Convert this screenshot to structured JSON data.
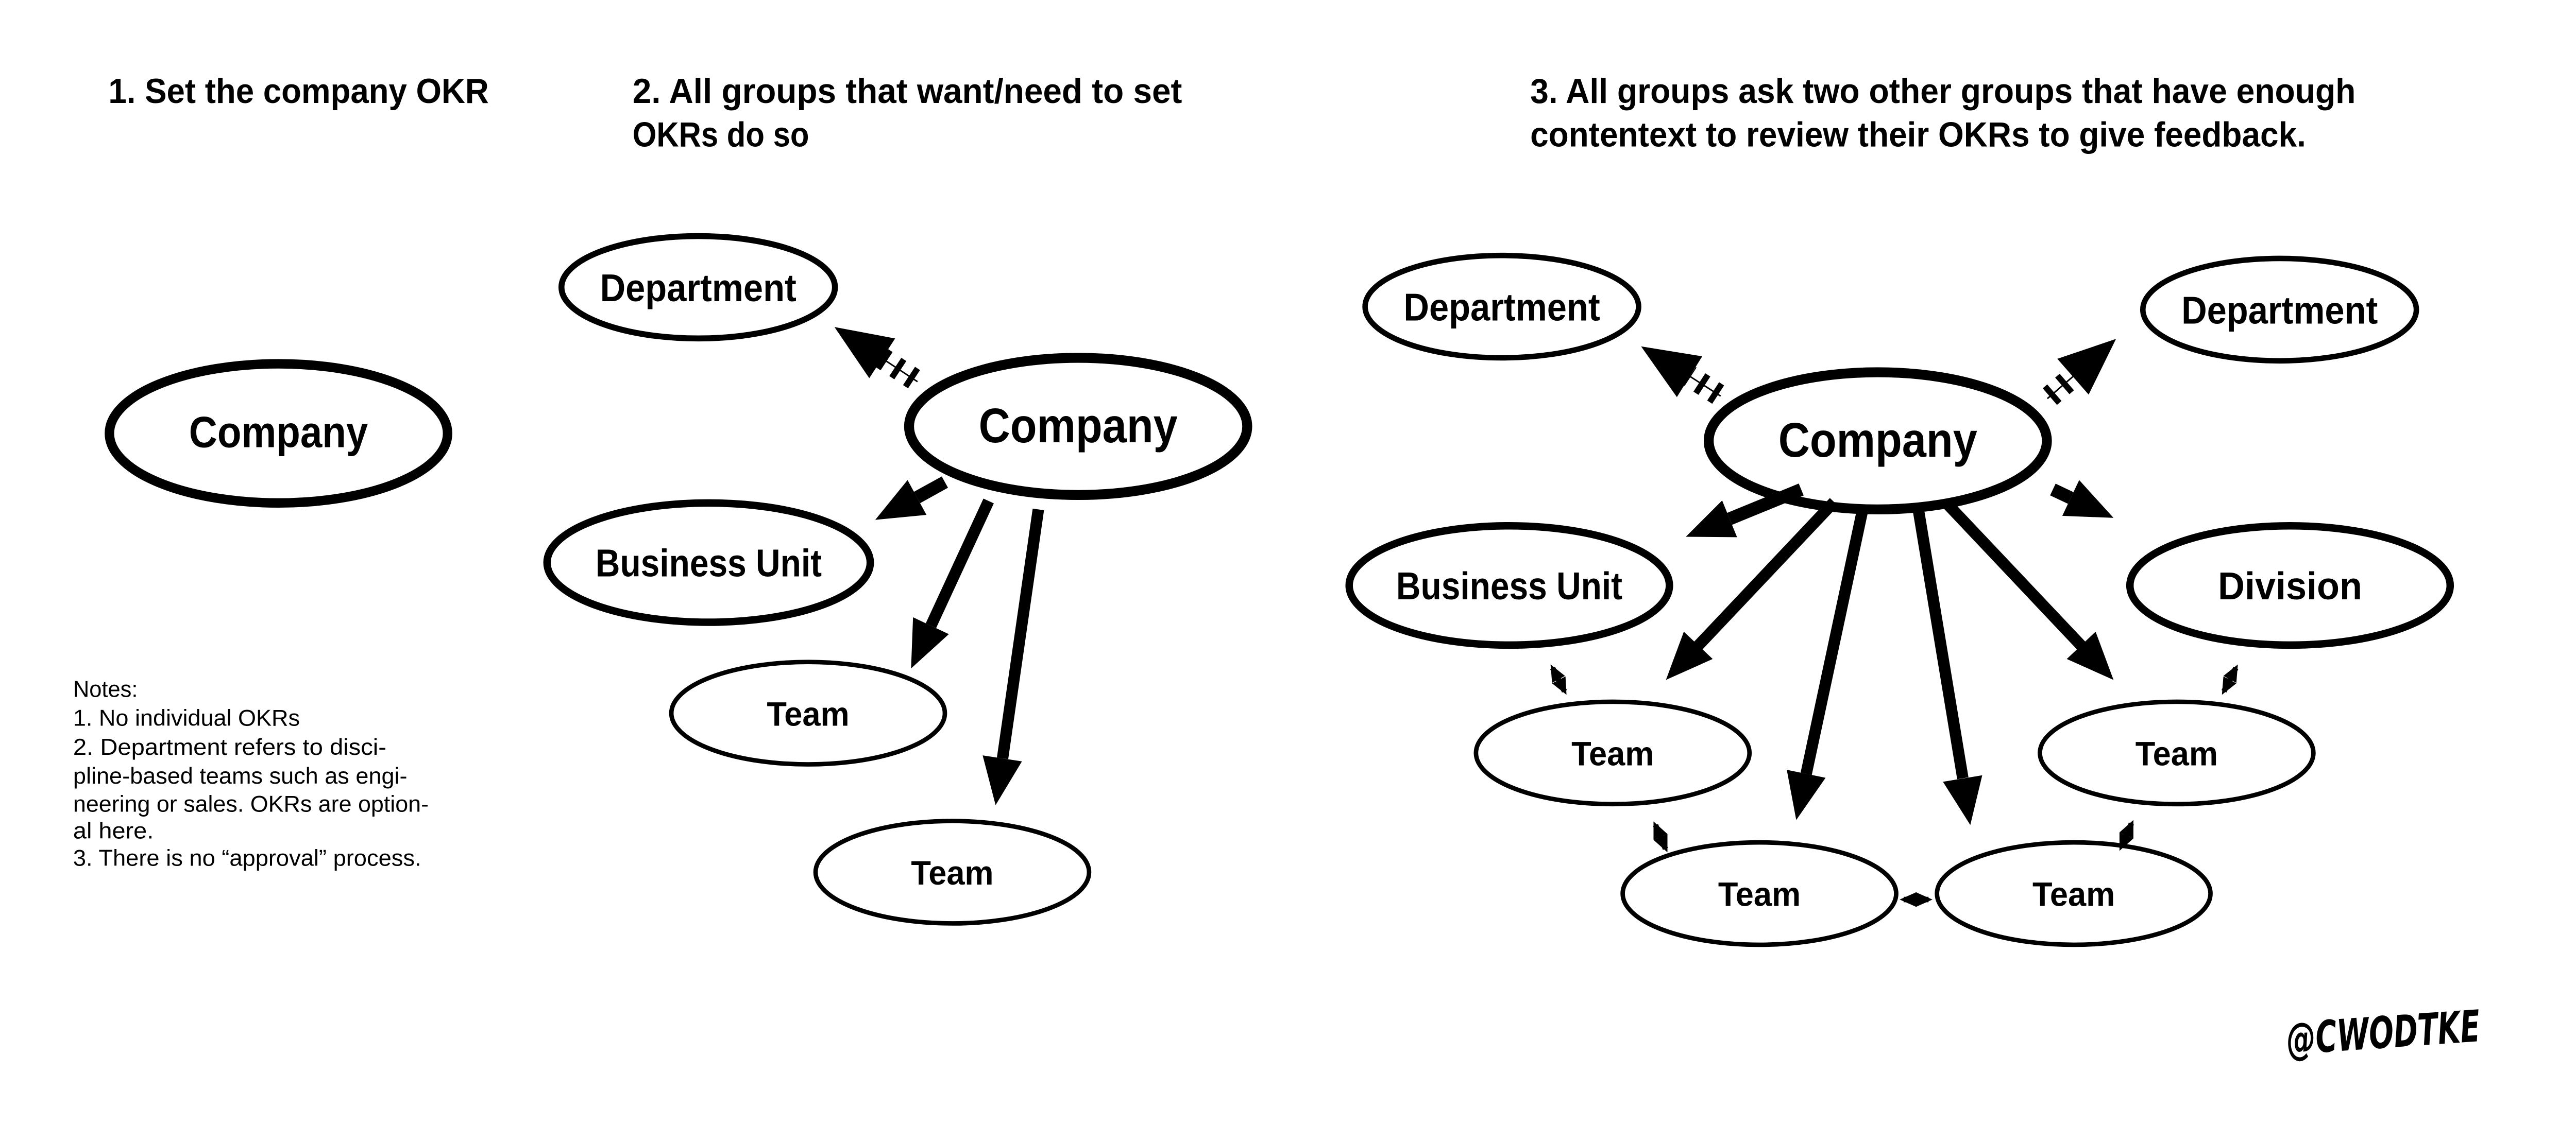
{
  "colors": {
    "ink": "#000000",
    "background": "#ffffff"
  },
  "panel1": {
    "heading": "1. Set the company OKR",
    "company_label": "Company"
  },
  "panel2": {
    "heading_line1": "2. All groups that want/need to set",
    "heading_line2": "OKRs do so",
    "department_label": "Department",
    "company_label": "Company",
    "business_unit_label": "Business Unit",
    "team1_label": "Team",
    "team2_label": "Team"
  },
  "panel3": {
    "heading_line1": "3. All groups ask two other groups that have enough",
    "heading_line2": "contentext to review their OKRs to give feedback.",
    "department_left_label": "Department",
    "department_right_label": "Department",
    "company_label": "Company",
    "business_unit_label": "Business Unit",
    "division_label": "Division",
    "team_mid_left_label": "Team",
    "team_mid_right_label": "Team",
    "team_bottom_left_label": "Team",
    "team_bottom_right_label": "Team"
  },
  "notes": {
    "lines": [
      "Notes:",
      "1. No individual OKRs",
      "2. Department refers to disci-",
      "pline-based teams such as engi-",
      "neering or sales. OKRs are option-",
      "al here.",
      "3. There is no “approval” process."
    ]
  },
  "signature": "@CWODTKE"
}
